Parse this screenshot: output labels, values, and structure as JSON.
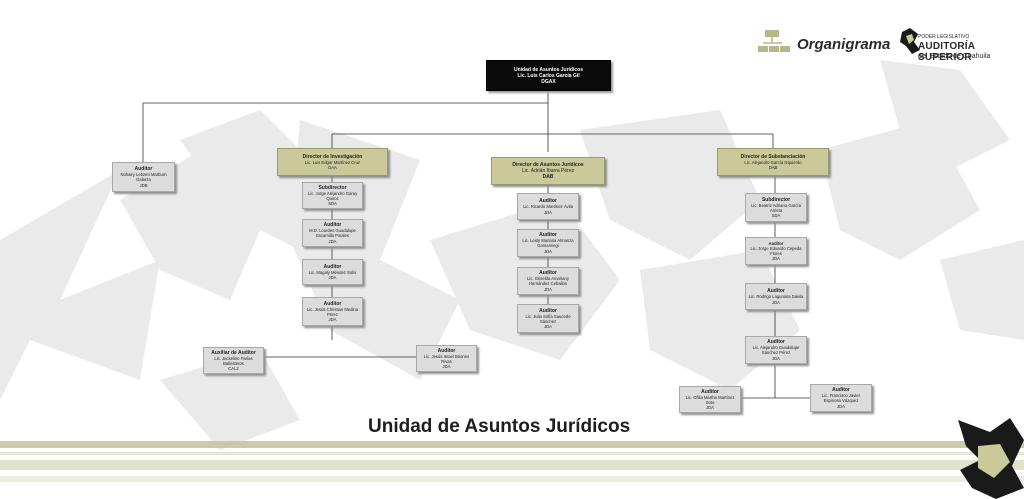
{
  "header": {
    "organigrama_label": "Organigrama",
    "institution_line1": "PODER LEGISLATIVO",
    "institution_line2": "AUDITORÍA SUPERIOR",
    "institution_line3": "del Estado de Coahuila"
  },
  "footer": {
    "title": "Unidad de Asuntos Jurídicos"
  },
  "colors": {
    "director_fill": "#c9c99a",
    "root_fill": "#0b0b0b",
    "auditor_fill": "#dcdcdc",
    "accent_band": "#b7b78a"
  },
  "chart": {
    "root": {
      "title": "Unidad de Asuntos Jurídicos",
      "name": "Lic. Luis Carlos García Gil",
      "code": "DGAX"
    },
    "direct_auditor": {
      "title": "Auditor",
      "name": "Nohairy Lebzeri Marburn Galarza",
      "code": "JDB"
    },
    "investigacion": {
      "director": {
        "title": "Director de Investigación",
        "name": "Lic. Luis Edgar Martínez Cruz",
        "code": "DAA"
      },
      "subdirector": {
        "title": "Subdirector",
        "name": "Lic. Jorge Alejandro Garay Quiroz",
        "code": "SDA"
      },
      "auditor1": {
        "title": "Auditor",
        "name": "M.D. Lourdes Guadalupe Escamilla Pinales",
        "code": "JDA"
      },
      "auditor2": {
        "title": "Auditor",
        "name": "Lic. Magaly Méndez Solís",
        "code": "JDA"
      },
      "auditor3": {
        "title": "Auditor",
        "name": "Lic. Jesús Christian Medina Pérez",
        "code": "JDA"
      },
      "auxiliar": {
        "title": "Auxiliar de Auditor",
        "name": "Lic. Jackeline Farías Ballesteros",
        "code": "CAL2"
      },
      "auditor4": {
        "title": "Auditor",
        "name": "Lic. Jesús Israel Briones Rivas",
        "code": "JDA"
      }
    },
    "asuntos": {
      "director": {
        "title": "Director de Asuntos Jurídicos",
        "name": "Lic. Adrián Ibarra Pérez",
        "code": "DAB"
      },
      "auditor1": {
        "title": "Auditor",
        "name": "Lic. Ricardo Martínez Ávila",
        "code": "JDA"
      },
      "auditor2": {
        "title": "Auditor",
        "name": "Lic. Leidy Mariana Almanza Gamarinegi",
        "code": "JDA"
      },
      "auditor3": {
        "title": "Auditor",
        "name": "Lic. Griselda Amairany Hernández Ceballos",
        "code": "JDA"
      },
      "auditor4": {
        "title": "Auditor",
        "name": "Lic. Julia Sofía Saucedo Sánchez",
        "code": "JDA"
      }
    },
    "substanciacion": {
      "director": {
        "title": "Director de Substanciación",
        "name": "Lic. Alejandro García Izquierdo",
        "code": "DAB"
      },
      "subdirector": {
        "title": "Subdirector",
        "name": "Lic. Beatriz Adriana García Arrieta",
        "code": "SDA"
      },
      "auditor1": {
        "title": "Auditor",
        "name": "Lic. Jorge Eduardo Cepeda Flores",
        "code": "JDA"
      },
      "auditor2": {
        "title": "Auditor",
        "name": "Lic. Rodrigo Lagunosa Dávila",
        "code": "JDA"
      },
      "auditor3": {
        "title": "Auditor",
        "name": "Lic. Alejandro Guadalupe Sánchez Pérez",
        "code": "JDA"
      },
      "auditor4": {
        "title": "Auditor",
        "name": "Lic. Ofilia Martha Martínez Soto",
        "code": "JDA"
      },
      "auditor5": {
        "title": "Auditor",
        "name": "Lic. Francisco Javier Espinosa Vázquez",
        "code": "JDA"
      }
    }
  }
}
